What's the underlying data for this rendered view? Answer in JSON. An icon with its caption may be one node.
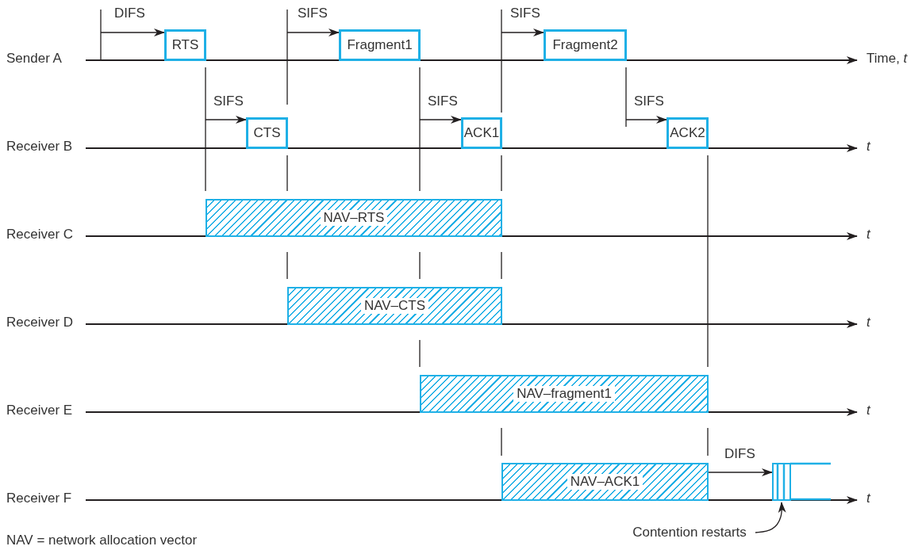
{
  "diagram": {
    "nodes": [
      {
        "text": [
          "RTS"
        ]
      },
      {
        "text": [
          "Fragment1"
        ]
      },
      {
        "text": [
          "Fragment2"
        ]
      },
      {
        "text": [
          "CTS"
        ]
      },
      {
        "text": [
          "ACK1"
        ]
      },
      {
        "text": [
          "ACK2"
        ]
      },
      {
        "text": [
          "NAV–RTS"
        ]
      },
      {
        "text": [
          "NAV–CTS"
        ]
      },
      {
        "text": [
          "NAV–fragment1"
        ]
      },
      {
        "text": [
          "NAV–ACK1"
        ]
      },
      {
        "text": [],
        "shape": "box"
      },
      {
        "text": [
          "Contention restarts"
        ]
      }
    ],
    "edges": [
      {
        "from": null,
        "to": 0,
        "arrow": "to",
        "label": "DIFS"
      },
      {
        "from": null,
        "to": 1,
        "arrow": "to",
        "label": "SIFS"
      },
      {
        "from": null,
        "to": 2,
        "arrow": "to",
        "label": "SIFS"
      },
      {
        "from": null,
        "to": 3,
        "arrow": "to",
        "label": "SIFS"
      },
      {
        "from": null,
        "to": 4,
        "arrow": "to",
        "label": "SIFS"
      },
      {
        "from": null,
        "to": 5,
        "arrow": "to",
        "label": "SIFS"
      },
      {
        "from": 9,
        "to": 10,
        "arrow": "to",
        "label": "DIFS"
      },
      {
        "from": 11,
        "to": 10,
        "arrow": "to"
      }
    ],
    "labels": [
      "Sender A",
      "Time, *t*",
      "Receiver B",
      "t",
      "Receiver C",
      "t",
      "Receiver D",
      "t",
      "Receiver E",
      "t",
      "Receiver F",
      "t",
      "NAV = network allocation vector"
    ]
  }
}
